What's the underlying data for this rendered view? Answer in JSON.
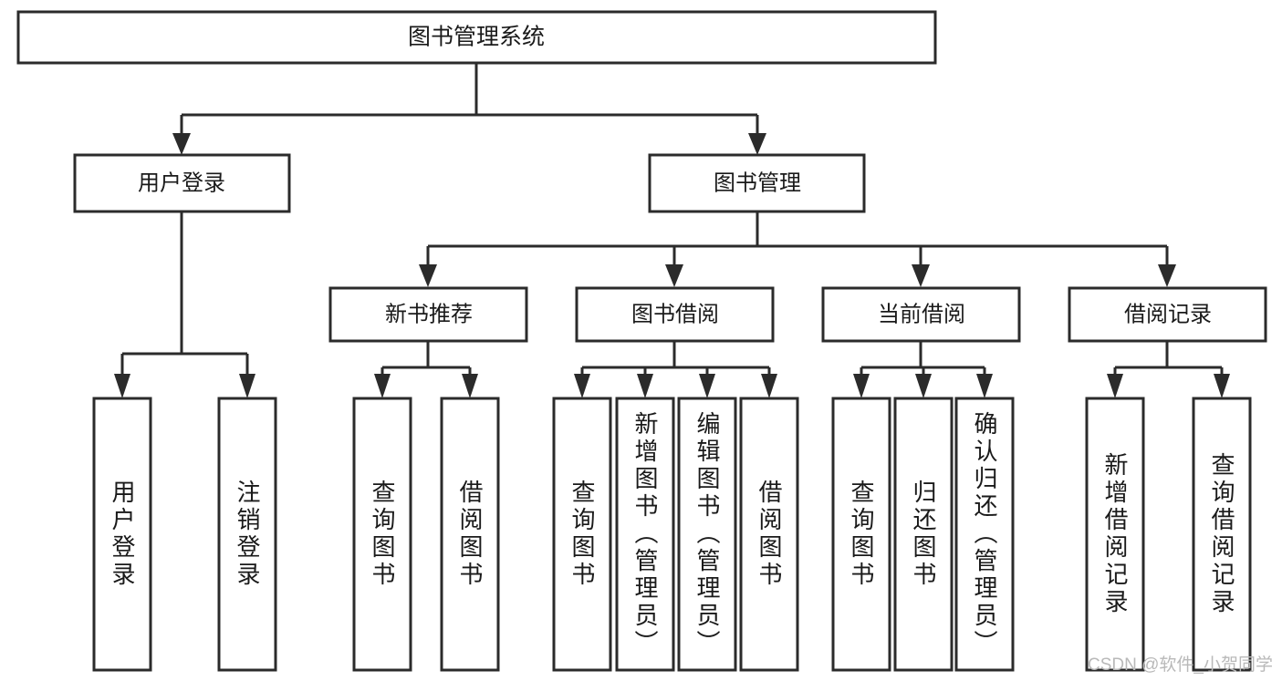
{
  "diagram": {
    "type": "tree-hierarchy",
    "title": "图书管理系统",
    "orientation": "top-down",
    "colors": {
      "box_stroke": "#2b2b2b",
      "box_fill": "#ffffff",
      "text": "#1a1a1a",
      "background": "#ffffff",
      "watermark": "#b9b9b9"
    },
    "root": {
      "id": "root",
      "label": "图书管理系统"
    },
    "level2": [
      {
        "id": "user-login",
        "label": "用户登录"
      },
      {
        "id": "book-manage",
        "label": "图书管理"
      }
    ],
    "level3": [
      {
        "id": "new-book-recommend",
        "label": "新书推荐",
        "parent": "book-manage"
      },
      {
        "id": "book-borrow",
        "label": "图书借阅",
        "parent": "book-manage"
      },
      {
        "id": "current-borrow",
        "label": "当前借阅",
        "parent": "book-manage"
      },
      {
        "id": "borrow-record",
        "label": "借阅记录",
        "parent": "book-manage"
      }
    ],
    "leaves": [
      {
        "id": "leaf-user-login",
        "label": "用户登录",
        "parent": "user-login"
      },
      {
        "id": "leaf-logout-login",
        "label": "注销登录",
        "parent": "user-login"
      },
      {
        "id": "leaf-query-book-1",
        "label": "查询图书",
        "parent": "new-book-recommend"
      },
      {
        "id": "leaf-borrow-book-1",
        "label": "借阅图书",
        "parent": "new-book-recommend"
      },
      {
        "id": "leaf-query-book-2",
        "label": "查询图书",
        "parent": "book-borrow"
      },
      {
        "id": "leaf-add-book",
        "label": "新增图书（管理员）",
        "parent": "book-borrow"
      },
      {
        "id": "leaf-edit-book",
        "label": "编辑图书（管理员）",
        "parent": "book-borrow"
      },
      {
        "id": "leaf-borrow-book-2",
        "label": "借阅图书",
        "parent": "book-borrow"
      },
      {
        "id": "leaf-query-book-3",
        "label": "查询图书",
        "parent": "current-borrow"
      },
      {
        "id": "leaf-return-book",
        "label": "归还图书",
        "parent": "current-borrow"
      },
      {
        "id": "leaf-confirm-return",
        "label": "确认归还（管理员）",
        "parent": "current-borrow"
      },
      {
        "id": "leaf-add-record",
        "label": "新增借阅记录",
        "parent": "borrow-record"
      },
      {
        "id": "leaf-query-record",
        "label": "查询借阅记录",
        "parent": "borrow-record"
      }
    ],
    "watermark": "CSDN @软件_小贺同学"
  }
}
